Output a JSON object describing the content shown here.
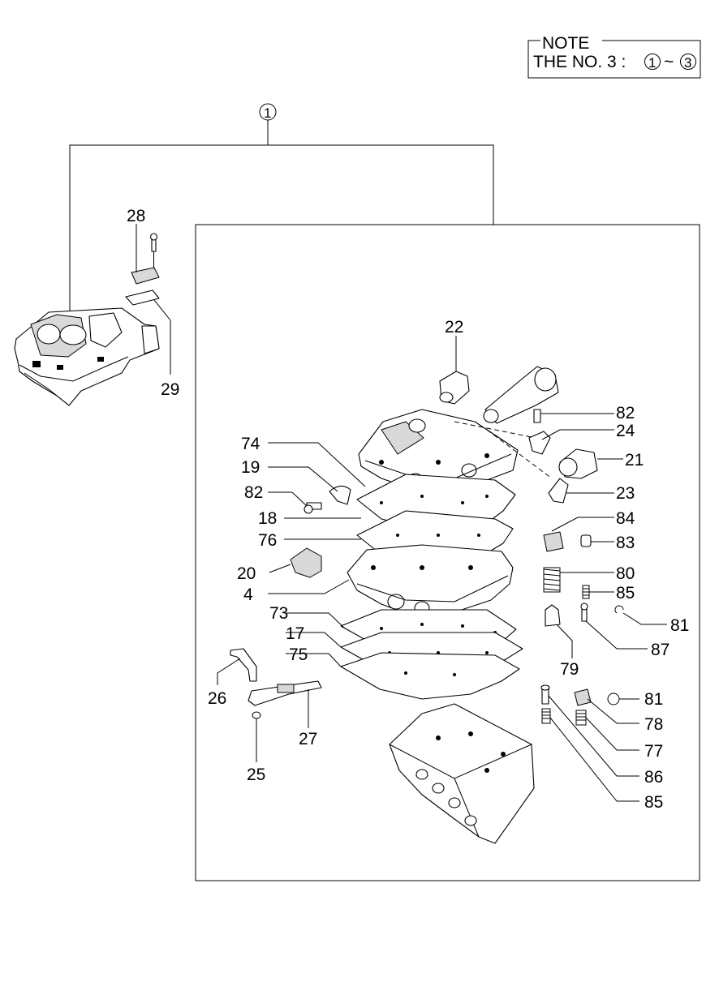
{
  "note": {
    "title": "NOTE",
    "line": "THE NO. 3 :",
    "range_start": "1",
    "range_sep": "~",
    "range_end": "3"
  },
  "assembly_callout": "1",
  "labels": {
    "p28": "28",
    "p29": "29",
    "p22": "22",
    "p82a": "82",
    "p24": "24",
    "p21": "21",
    "p23": "23",
    "p74": "74",
    "p19": "19",
    "p82b": "82",
    "p18": "18",
    "p76": "76",
    "p20": "20",
    "p4": "4",
    "p84": "84",
    "p83": "83",
    "p80": "80",
    "p85a": "85",
    "p81a": "81",
    "p73": "73",
    "p17": "17",
    "p75": "75",
    "p87": "87",
    "p79": "79",
    "p26": "26",
    "p27": "27",
    "p25": "25",
    "p81b": "81",
    "p78": "78",
    "p77": "77",
    "p86": "86",
    "p85b": "85"
  }
}
